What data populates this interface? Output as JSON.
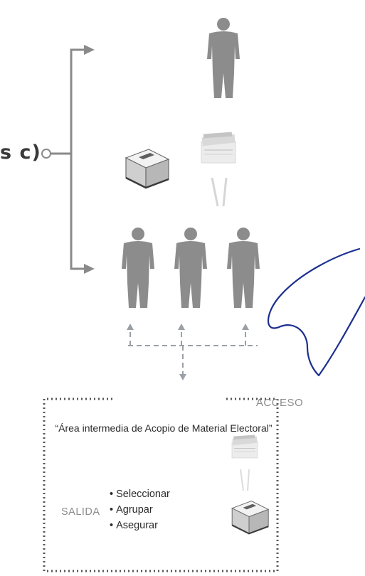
{
  "branch": {
    "label": "s c)"
  },
  "access": {
    "title": "ACCESO",
    "area_name": "“Área intermedia de Acopio de Material Electoral”"
  },
  "exit": {
    "title": "SALIDA",
    "actions": [
      "Seleccionar",
      "Agrupar",
      "Asegurar"
    ]
  },
  "annotation": {
    "color": "#1b2f8f"
  },
  "colors": {
    "figure": "#8c8c8c",
    "connector": "#8a8a8a",
    "dashed": "#9aa0a6",
    "box": "#555555"
  }
}
